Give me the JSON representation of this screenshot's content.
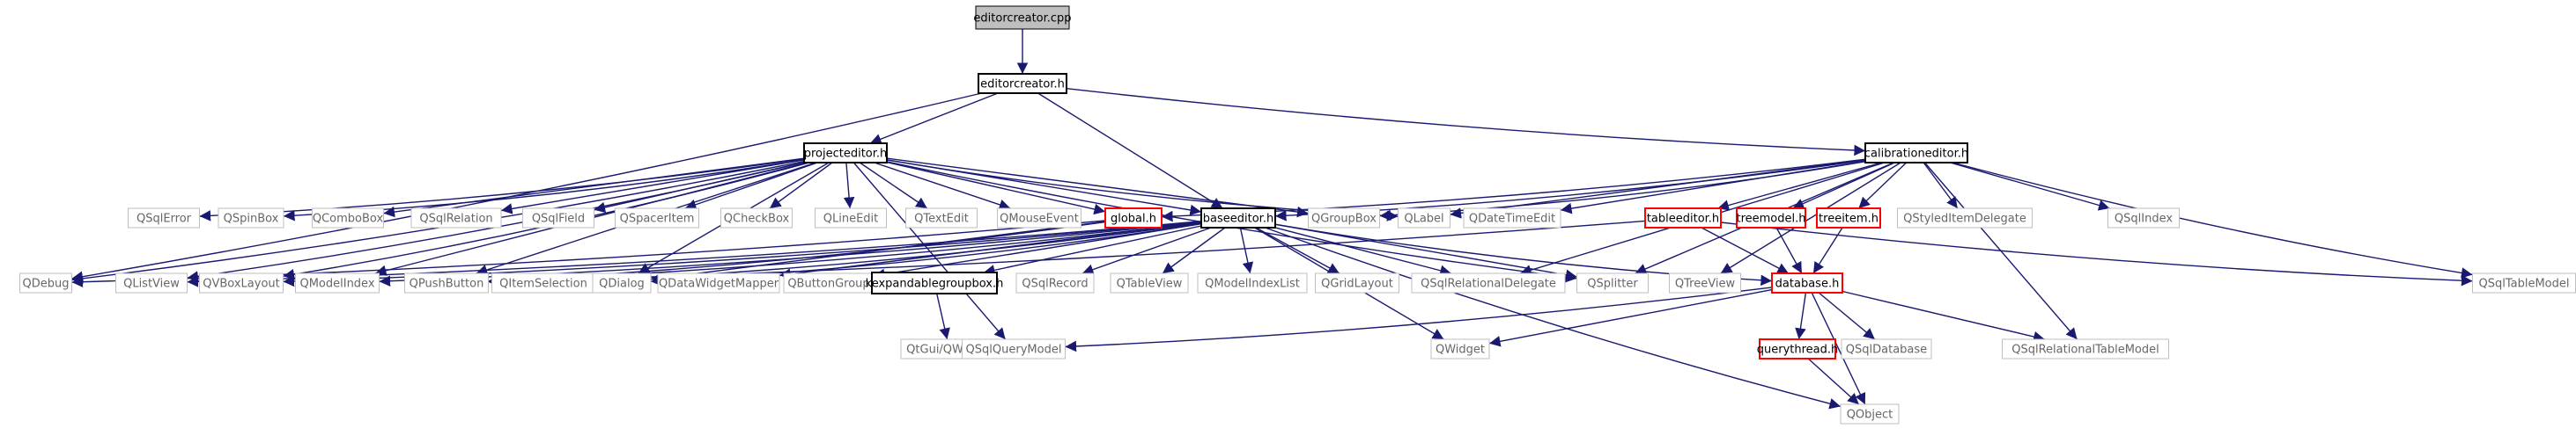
{
  "diagram": {
    "type": "include-dependency-graph",
    "colors": {
      "edge": "#191970",
      "root_fill": "#bfbfbf",
      "header_border": "#000000",
      "truncated_border": "#ff0000",
      "external_border": "#bfbfbf",
      "external_text": "#666666"
    },
    "nodes": [
      {
        "id": "editorcreator_cpp",
        "label": "editorcreator.cpp",
        "kind": "root"
      },
      {
        "id": "editorcreator_h",
        "label": "editorcreator.h",
        "kind": "header"
      },
      {
        "id": "projecteditor_h",
        "label": "projecteditor.h",
        "kind": "header"
      },
      {
        "id": "calibrationeditor_h",
        "label": "calibrationeditor.h",
        "kind": "header"
      },
      {
        "id": "QSqlError",
        "label": "QSqlError",
        "kind": "external"
      },
      {
        "id": "QSpinBox",
        "label": "QSpinBox",
        "kind": "external"
      },
      {
        "id": "QComboBox",
        "label": "QComboBox",
        "kind": "external"
      },
      {
        "id": "QSqlRelation",
        "label": "QSqlRelation",
        "kind": "external"
      },
      {
        "id": "QSqlField",
        "label": "QSqlField",
        "kind": "external"
      },
      {
        "id": "QSpacerItem",
        "label": "QSpacerItem",
        "kind": "external"
      },
      {
        "id": "QCheckBox",
        "label": "QCheckBox",
        "kind": "external"
      },
      {
        "id": "QLineEdit",
        "label": "QLineEdit",
        "kind": "external"
      },
      {
        "id": "QTextEdit",
        "label": "QTextEdit",
        "kind": "external"
      },
      {
        "id": "QMouseEvent",
        "label": "QMouseEvent",
        "kind": "external"
      },
      {
        "id": "global_h",
        "label": "global.h",
        "kind": "truncated"
      },
      {
        "id": "baseeditor_h",
        "label": "baseeditor.h",
        "kind": "header"
      },
      {
        "id": "QGroupBox",
        "label": "QGroupBox",
        "kind": "external"
      },
      {
        "id": "QLabel",
        "label": "QLabel",
        "kind": "external"
      },
      {
        "id": "QDateTimeEdit",
        "label": "QDateTimeEdit",
        "kind": "external"
      },
      {
        "id": "tableeditor_h",
        "label": "tableeditor.h",
        "kind": "truncated"
      },
      {
        "id": "treemodel_h",
        "label": "treemodel.h",
        "kind": "truncated"
      },
      {
        "id": "treeitem_h",
        "label": "treeitem.h",
        "kind": "truncated"
      },
      {
        "id": "QStyledItemDelegate",
        "label": "QStyledItemDelegate",
        "kind": "external"
      },
      {
        "id": "QSqlIndex",
        "label": "QSqlIndex",
        "kind": "external"
      },
      {
        "id": "QDebug",
        "label": "QDebug",
        "kind": "external"
      },
      {
        "id": "QListView",
        "label": "QListView",
        "kind": "external"
      },
      {
        "id": "QVBoxLayout",
        "label": "QVBoxLayout",
        "kind": "external"
      },
      {
        "id": "QModelIndex",
        "label": "QModelIndex",
        "kind": "external"
      },
      {
        "id": "QPushButton",
        "label": "QPushButton",
        "kind": "external"
      },
      {
        "id": "QItemSelection",
        "label": "QItemSelection",
        "kind": "external"
      },
      {
        "id": "QDialog",
        "label": "QDialog",
        "kind": "external"
      },
      {
        "id": "QDataWidgetMapper",
        "label": "QDataWidgetMapper",
        "kind": "external"
      },
      {
        "id": "QButtonGroup",
        "label": "QButtonGroup",
        "kind": "external"
      },
      {
        "id": "kexpandablegroupbox_h",
        "label": "kexpandablegroupbox.h",
        "kind": "header"
      },
      {
        "id": "QSqlRecord",
        "label": "QSqlRecord",
        "kind": "external"
      },
      {
        "id": "QTableView",
        "label": "QTableView",
        "kind": "external"
      },
      {
        "id": "QModelIndexList",
        "label": "QModelIndexList",
        "kind": "external"
      },
      {
        "id": "QGridLayout",
        "label": "QGridLayout",
        "kind": "external"
      },
      {
        "id": "QSqlRelationalDelegate",
        "label": "QSqlRelationalDelegate",
        "kind": "external"
      },
      {
        "id": "QSplitter",
        "label": "QSplitter",
        "kind": "external"
      },
      {
        "id": "QTreeView",
        "label": "QTreeView",
        "kind": "external"
      },
      {
        "id": "database_h",
        "label": "database.h",
        "kind": "truncated"
      },
      {
        "id": "QSqlTableModel",
        "label": "QSqlTableModel",
        "kind": "external"
      },
      {
        "id": "QtGui_QWidget",
        "label": "QtGui/QWidget",
        "kind": "external"
      },
      {
        "id": "QSqlQueryModel",
        "label": "QSqlQueryModel",
        "kind": "external"
      },
      {
        "id": "QWidget",
        "label": "QWidget",
        "kind": "external"
      },
      {
        "id": "querythread_h",
        "label": "querythread.h",
        "kind": "truncated"
      },
      {
        "id": "QSqlDatabase",
        "label": "QSqlDatabase",
        "kind": "external"
      },
      {
        "id": "QSqlRelationalTableModel",
        "label": "QSqlRelationalTableModel",
        "kind": "external"
      },
      {
        "id": "QObject",
        "label": "QObject",
        "kind": "external"
      }
    ],
    "edges": [
      [
        "editorcreator_cpp",
        "editorcreator_h"
      ],
      [
        "editorcreator_h",
        "projecteditor_h"
      ],
      [
        "editorcreator_h",
        "calibrationeditor_h"
      ],
      [
        "editorcreator_h",
        "QDebug"
      ],
      [
        "editorcreator_h",
        "baseeditor_h"
      ],
      [
        "projecteditor_h",
        "QSqlError"
      ],
      [
        "projecteditor_h",
        "QSpinBox"
      ],
      [
        "projecteditor_h",
        "QComboBox"
      ],
      [
        "projecteditor_h",
        "QSqlRelation"
      ],
      [
        "projecteditor_h",
        "QSqlField"
      ],
      [
        "projecteditor_h",
        "QSpacerItem"
      ],
      [
        "projecteditor_h",
        "QCheckBox"
      ],
      [
        "projecteditor_h",
        "QLineEdit"
      ],
      [
        "projecteditor_h",
        "QTextEdit"
      ],
      [
        "projecteditor_h",
        "QMouseEvent"
      ],
      [
        "projecteditor_h",
        "global_h"
      ],
      [
        "projecteditor_h",
        "baseeditor_h"
      ],
      [
        "projecteditor_h",
        "QGroupBox"
      ],
      [
        "projecteditor_h",
        "QLabel"
      ],
      [
        "projecteditor_h",
        "QDebug"
      ],
      [
        "projecteditor_h",
        "QListView"
      ],
      [
        "projecteditor_h",
        "QVBoxLayout"
      ],
      [
        "projecteditor_h",
        "QModelIndex"
      ],
      [
        "projecteditor_h",
        "QPushButton"
      ],
      [
        "projecteditor_h",
        "QSqlQueryModel"
      ],
      [
        "projecteditor_h",
        "QDialog"
      ],
      [
        "projecteditor_h",
        "QSplitter"
      ],
      [
        "calibrationeditor_h",
        "global_h"
      ],
      [
        "calibrationeditor_h",
        "baseeditor_h"
      ],
      [
        "calibrationeditor_h",
        "QGroupBox"
      ],
      [
        "calibrationeditor_h",
        "QLabel"
      ],
      [
        "calibrationeditor_h",
        "QDateTimeEdit"
      ],
      [
        "calibrationeditor_h",
        "tableeditor_h"
      ],
      [
        "calibrationeditor_h",
        "treemodel_h"
      ],
      [
        "calibrationeditor_h",
        "treeitem_h"
      ],
      [
        "calibrationeditor_h",
        "QStyledItemDelegate"
      ],
      [
        "calibrationeditor_h",
        "QSqlIndex"
      ],
      [
        "calibrationeditor_h",
        "QSqlTableModel"
      ],
      [
        "calibrationeditor_h",
        "QSqlRelationalDelegate"
      ],
      [
        "calibrationeditor_h",
        "QSplitter"
      ],
      [
        "calibrationeditor_h",
        "QTreeView"
      ],
      [
        "calibrationeditor_h",
        "QSqlRelationalTableModel"
      ],
      [
        "global_h",
        "QDebug"
      ],
      [
        "global_h",
        "QPushButton"
      ],
      [
        "global_h",
        "QDialog"
      ],
      [
        "baseeditor_h",
        "QListView"
      ],
      [
        "baseeditor_h",
        "QVBoxLayout"
      ],
      [
        "baseeditor_h",
        "QModelIndex"
      ],
      [
        "baseeditor_h",
        "QPushButton"
      ],
      [
        "baseeditor_h",
        "QItemSelection"
      ],
      [
        "baseeditor_h",
        "QDialog"
      ],
      [
        "baseeditor_h",
        "QDataWidgetMapper"
      ],
      [
        "baseeditor_h",
        "QButtonGroup"
      ],
      [
        "baseeditor_h",
        "kexpandablegroupbox_h"
      ],
      [
        "baseeditor_h",
        "QSqlRecord"
      ],
      [
        "baseeditor_h",
        "QTableView"
      ],
      [
        "baseeditor_h",
        "QModelIndexList"
      ],
      [
        "baseeditor_h",
        "QGridLayout"
      ],
      [
        "baseeditor_h",
        "QSqlRelationalDelegate"
      ],
      [
        "baseeditor_h",
        "QSplitter"
      ],
      [
        "baseeditor_h",
        "QWidget"
      ],
      [
        "baseeditor_h",
        "QObject"
      ],
      [
        "baseeditor_h",
        "database_h"
      ],
      [
        "tableeditor_h",
        "QPushButton"
      ],
      [
        "tableeditor_h",
        "database_h"
      ],
      [
        "tableeditor_h",
        "QSqlTableModel"
      ],
      [
        "treemodel_h",
        "database_h"
      ],
      [
        "treeitem_h",
        "database_h"
      ],
      [
        "kexpandablegroupbox_h",
        "QtGui_QWidget"
      ],
      [
        "database_h",
        "QSqlQueryModel"
      ],
      [
        "database_h",
        "QWidget"
      ],
      [
        "database_h",
        "querythread_h"
      ],
      [
        "database_h",
        "QSqlDatabase"
      ],
      [
        "database_h",
        "QSqlRelationalTableModel"
      ],
      [
        "database_h",
        "QObject"
      ],
      [
        "querythread_h",
        "QObject"
      ]
    ]
  }
}
